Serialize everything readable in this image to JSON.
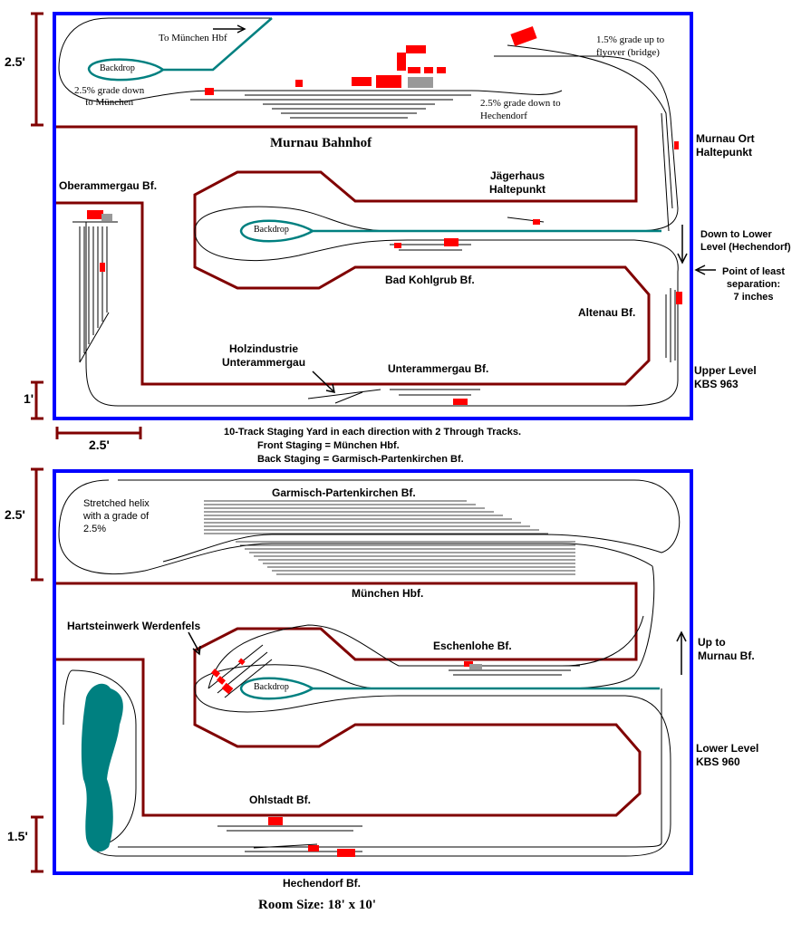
{
  "dimensions": {
    "upper_height": "2.5'",
    "upper_small": "1'",
    "width": "2.5'",
    "lower_height": "2.5'",
    "lower_small": "1.5'"
  },
  "upper": {
    "to_munchen": "To München Hbf",
    "backdrop": "Backdrop",
    "grade_down_munchen": "2.5% grade down\nto München",
    "grade_up_flyover": "1.5% grade up to\nflyover (bridge)",
    "grade_down_hechendorf": "2.5% grade down to\nHechendorf",
    "murnau_bahnhof": "Murnau Bahnhof",
    "murnau_ort": "Murnau Ort\nHaltepunkt",
    "oberammergau": "Oberammergau Bf.",
    "jagerhaus": "Jägerhaus\nHaltepunkt",
    "backdrop2": "Backdrop",
    "down_to_lower": "Down to Lower\nLevel (Hechendorf)",
    "point_least": "Point of least\nseparation:\n7 inches",
    "bad_kohlgrub": "Bad Kohlgrub Bf.",
    "altenau": "Altenau Bf.",
    "holzindustrie": "Holzindustrie\nUnterammergau",
    "unterammergau": "Unterammergau Bf.",
    "upper_level": "Upper Level\nKBS 963"
  },
  "staging_note": {
    "line1": "10-Track Staging Yard in each direction with 2 Through Tracks.",
    "line2": "Front Staging = München Hbf.",
    "line3": "Back Staging = Garmisch-Partenkirchen Bf."
  },
  "lower": {
    "helix": "Stretched helix\nwith a grade of\n2.5%",
    "garmisch": "Garmisch-Partenkirchen Bf.",
    "munchen_hbf": "München Hbf.",
    "hartsteinwerk": "Hartsteinwerk Werdenfels",
    "eschenlohe": "Eschenlohe Bf.",
    "backdrop": "Backdrop",
    "up_to_murnau": "Up to\nMurnau Bf.",
    "lower_level": "Lower Level\nKBS 960",
    "ohlstadt": "Ohlstadt Bf.",
    "hechendorf": "Hechendorf Bf."
  },
  "room_size": "Room Size: 18' x 10'",
  "colors": {
    "frame": "#0000ff",
    "benchwork": "#800000",
    "track": "#000000",
    "backdrop": "#008080",
    "building": "#ff0000"
  }
}
